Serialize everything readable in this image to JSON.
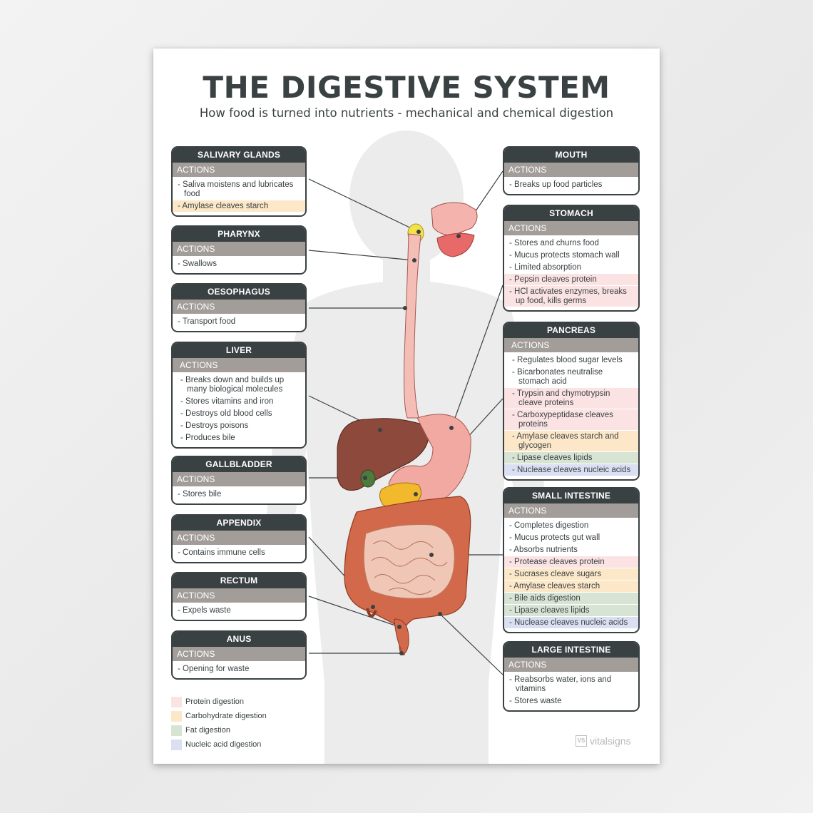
{
  "title": "THE DIGESTIVE SYSTEM",
  "subtitle": "How food is turned into nutrients - mechanical and chemical digestion",
  "colors": {
    "panel_header": "#3a4143",
    "actions_bar": "#a29d99",
    "protein": "#fbe3e3",
    "carbohydrate": "#fce8c8",
    "fat": "#d8e4d3",
    "nucleic": "#dadff1"
  },
  "organs": {
    "salivary": {
      "name": "SALIVARY GLANDS",
      "actions_label": "ACTIONS",
      "items": [
        {
          "text": "- Saliva moistens and lubricates food",
          "type": ""
        },
        {
          "text": "- Amylase cleaves starch",
          "type": "carb"
        }
      ]
    },
    "pharynx": {
      "name": "PHARYNX",
      "actions_label": "ACTIONS",
      "items": [
        {
          "text": "- Swallows",
          "type": ""
        }
      ]
    },
    "oesophagus": {
      "name": "OESOPHAGUS",
      "actions_label": "ACTIONS",
      "items": [
        {
          "text": "- Transport food",
          "type": ""
        }
      ]
    },
    "liver": {
      "name": "LIVER",
      "actions_label": "ACTIONS",
      "items": [
        {
          "text": "- Breaks down and builds up many biological molecules",
          "type": ""
        },
        {
          "text": "- Stores vitamins and iron",
          "type": ""
        },
        {
          "text": "- Destroys old blood cells",
          "type": ""
        },
        {
          "text": "- Destroys poisons",
          "type": ""
        },
        {
          "text": "- Produces bile",
          "type": ""
        }
      ]
    },
    "gallbladder": {
      "name": "GALLBLADDER",
      "actions_label": "ACTIONS",
      "items": [
        {
          "text": "- Stores bile",
          "type": ""
        }
      ]
    },
    "appendix": {
      "name": "APPENDIX",
      "actions_label": "ACTIONS",
      "items": [
        {
          "text": "- Contains immune cells",
          "type": ""
        }
      ]
    },
    "rectum": {
      "name": "RECTUM",
      "actions_label": "ACTIONS",
      "items": [
        {
          "text": "- Expels waste",
          "type": ""
        }
      ]
    },
    "anus": {
      "name": "ANUS",
      "actions_label": "ACTIONS",
      "items": [
        {
          "text": "- Opening for waste",
          "type": ""
        }
      ]
    },
    "mouth": {
      "name": "MOUTH",
      "actions_label": "ACTIONS",
      "items": [
        {
          "text": "- Breaks up food particles",
          "type": ""
        }
      ]
    },
    "stomach": {
      "name": "STOMACH",
      "actions_label": "ACTIONS",
      "items": [
        {
          "text": "- Stores and churns food",
          "type": ""
        },
        {
          "text": "- Mucus protects stomach wall",
          "type": ""
        },
        {
          "text": "- Limited absorption",
          "type": ""
        },
        {
          "text": "- Pepsin cleaves protein",
          "type": "protein"
        },
        {
          "text": "- HCl activates enzymes, breaks up food, kills germs",
          "type": "protein"
        }
      ]
    },
    "pancreas": {
      "name": "PANCREAS",
      "actions_label": "ACTIONS",
      "items": [
        {
          "text": "- Regulates blood sugar levels",
          "type": ""
        },
        {
          "text": "- Bicarbonates neutralise stomach acid",
          "type": ""
        },
        {
          "text": "- Trypsin and chymotrypsin cleave proteins",
          "type": "protein"
        },
        {
          "text": "- Carboxypeptidase cleaves proteins",
          "type": "protein"
        },
        {
          "text": "- Amylase cleaves starch and glycogen",
          "type": "carb"
        },
        {
          "text": "- Lipase cleaves lipids",
          "type": "fat"
        },
        {
          "text": "- Nuclease cleaves nucleic acids",
          "type": "nucleic"
        }
      ]
    },
    "small_intestine": {
      "name": "SMALL INTESTINE",
      "actions_label": "ACTIONS",
      "items": [
        {
          "text": "- Completes digestion",
          "type": ""
        },
        {
          "text": "- Mucus protects gut wall",
          "type": ""
        },
        {
          "text": "- Absorbs nutrients",
          "type": ""
        },
        {
          "text": "- Protease cleaves protein",
          "type": "protein"
        },
        {
          "text": "- Sucrases cleave sugars",
          "type": "carb"
        },
        {
          "text": "- Amylase cleaves starch",
          "type": "carb"
        },
        {
          "text": "- Bile aids digestion",
          "type": "fat"
        },
        {
          "text": "- Lipase cleaves lipids",
          "type": "fat"
        },
        {
          "text": "- Nuclease cleaves nucleic acids",
          "type": "nucleic"
        }
      ]
    },
    "large_intestine": {
      "name": "LARGE INTESTINE",
      "actions_label": "ACTIONS",
      "items": [
        {
          "text": "- Reabsorbs water, ions and vitamins",
          "type": ""
        },
        {
          "text": "- Stores waste",
          "type": ""
        }
      ]
    }
  },
  "legend": [
    {
      "label": "Protein digestion",
      "color": "#fbe3e3"
    },
    {
      "label": "Carbohydrate digestion",
      "color": "#fce8c8"
    },
    {
      "label": "Fat digestion",
      "color": "#d8e4d3"
    },
    {
      "label": "Nucleic acid digestion",
      "color": "#dadff1"
    }
  ],
  "brand": {
    "logo": "VS",
    "name": "vitalsigns"
  }
}
